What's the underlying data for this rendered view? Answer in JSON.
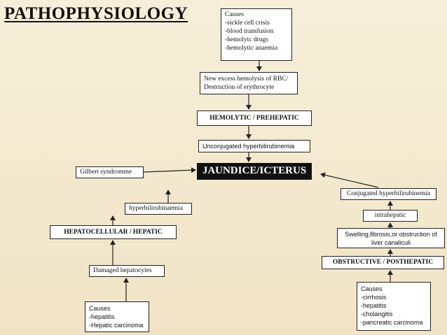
{
  "title": "PATHOPHYSIOLOGY",
  "nodes": {
    "causes_hemolytic": {
      "heading": "Causes",
      "lines": [
        "-sickle cell crisis",
        "-blood transfusion",
        "-hemolytc drugs",
        "-hemolytic anaemia"
      ]
    },
    "hemolysis": {
      "lines": [
        "New excess hemolysis of RBC/",
        "Destruction of erythrocyte"
      ]
    },
    "hemolytic": {
      "label": "HEMOLYTIC / PREHEPATIC"
    },
    "unconjugated": {
      "label": "Unconjugated hyperbilirubinemia"
    },
    "jaundice": {
      "label": "JAUNDICE/ICTERUS"
    },
    "gilbert": {
      "label": "Gilbert syndromme"
    },
    "conjugated": {
      "label": "Conjugated hyperbilirubinemia"
    },
    "intrahepatic": {
      "label": "intrahepatic"
    },
    "hyperbili": {
      "label": "hyperbilirubinaemia"
    },
    "hepatocellular": {
      "label": "HEPATOCELLULAR / HEPATIC"
    },
    "swelling": {
      "lines": [
        "Swelling,fibrosis,or obstruction of",
        "liver canaliculi"
      ]
    },
    "obstructive": {
      "label": "OBSTRUCTIVE / POSTHEPATIC"
    },
    "damaged": {
      "label": "Damaged hepatocytes"
    },
    "causes_hepatic": {
      "heading": "Causes",
      "lines": [
        "-hepatitis",
        "-Hepatic carcinoma"
      ]
    },
    "causes_obstructive": {
      "heading": "Causes",
      "lines": [
        "-cirrhosis",
        "-hepatitis",
        "-cholangitis",
        "-pancreatic carcinoma"
      ]
    }
  },
  "colors": {
    "background": "#f3e8cf",
    "box": "#ffffff",
    "highlight": "#111111",
    "line": "#222222"
  }
}
